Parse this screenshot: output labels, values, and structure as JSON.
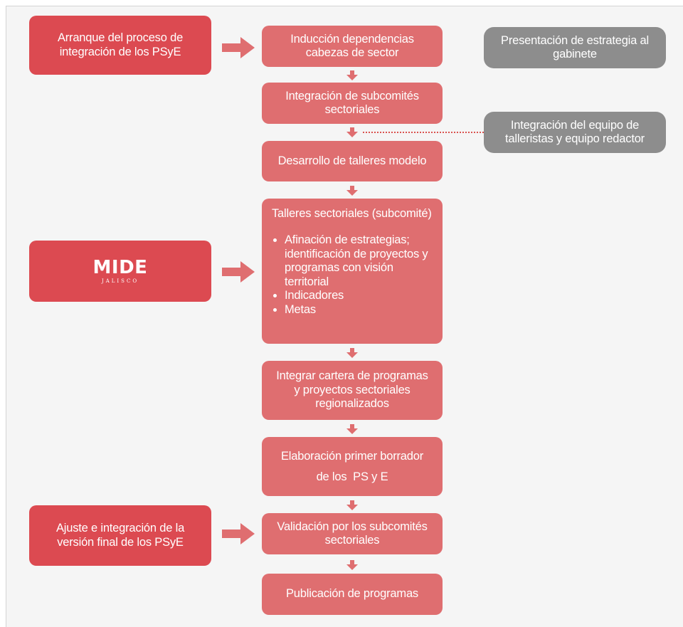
{
  "steps": {
    "s1": [
      "Inducción dependencias",
      "cabezas de sector"
    ],
    "s2": [
      "Integración de subcomités",
      "sectoriales"
    ],
    "s3": [
      "Desarrollo de talleres modelo"
    ],
    "s4_title": "Talleres sectoriales (subcomité)",
    "s4_bullets": [
      "Afinación de estrategias; identificación de proyectos y programas con visión territorial",
      "Indicadores",
      "Metas"
    ],
    "s5": [
      "Integrar cartera de programas",
      "y proyectos sectoriales",
      "regionalizados"
    ],
    "s6": [
      "Elaboración primer borrador",
      "de los  PS y E"
    ],
    "s7": [
      "Validación por los subcomités",
      "sectoriales"
    ],
    "s8": [
      "Publicación de programas"
    ]
  },
  "side": {
    "start": [
      "Arranque del proceso de",
      "integración de los PSyE"
    ],
    "final": [
      "Ajuste e integración de la",
      "versión final de los PSyE"
    ],
    "logo_text": "MIDE",
    "logo_subtext": "JALISCO"
  },
  "gray": {
    "gabinete": [
      "Presentación de estrategia al",
      "gabinete"
    ],
    "talleristas": [
      "Integración del equipo de",
      "talleristas y equipo redactor"
    ]
  },
  "colors": {
    "main": "#df6e70",
    "side": "#dc4a51",
    "gray": "#8d8d8d",
    "dotted": "#d9534f"
  },
  "icons": [
    "arrow-right-icon",
    "arrow-down-icon",
    "mide-logo"
  ]
}
